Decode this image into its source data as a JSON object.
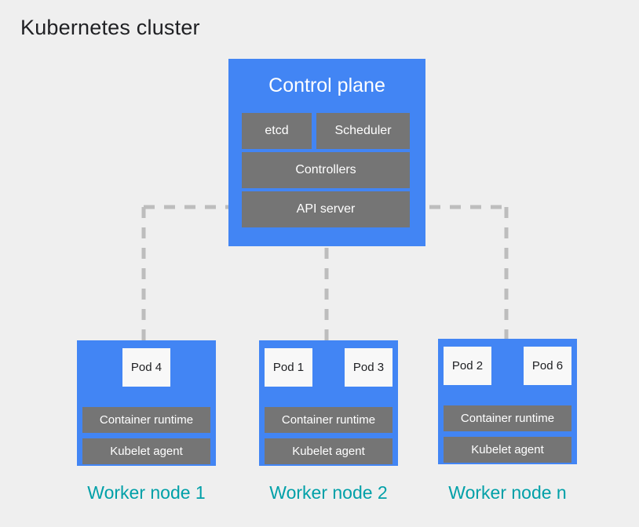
{
  "title": "Kubernetes cluster",
  "colors": {
    "background": "#efefef",
    "node_blue": "#4285f4",
    "component_gray": "#757575",
    "pod_white": "#f8f8f8",
    "label_teal": "#00a0a8",
    "connector_gray": "#bdbdbd",
    "title_text": "#202124"
  },
  "control_plane": {
    "title": "Control plane",
    "components": [
      {
        "label": "etcd"
      },
      {
        "label": "Scheduler"
      },
      {
        "label": "Controllers"
      },
      {
        "label": "API server"
      }
    ]
  },
  "worker_nodes": [
    {
      "label": "Worker node 1",
      "pods": [
        {
          "label": "Pod 4"
        }
      ],
      "runtime": "Container runtime",
      "kubelet": "Kubelet agent"
    },
    {
      "label": "Worker node 2",
      "pods": [
        {
          "label": "Pod 1"
        },
        {
          "label": "Pod 3"
        }
      ],
      "runtime": "Container runtime",
      "kubelet": "Kubelet agent"
    },
    {
      "label": "Worker node n",
      "pods": [
        {
          "label": "Pod 2"
        },
        {
          "label": "Pod 6"
        }
      ],
      "runtime": "Container runtime",
      "kubelet": "Kubelet agent"
    }
  ]
}
